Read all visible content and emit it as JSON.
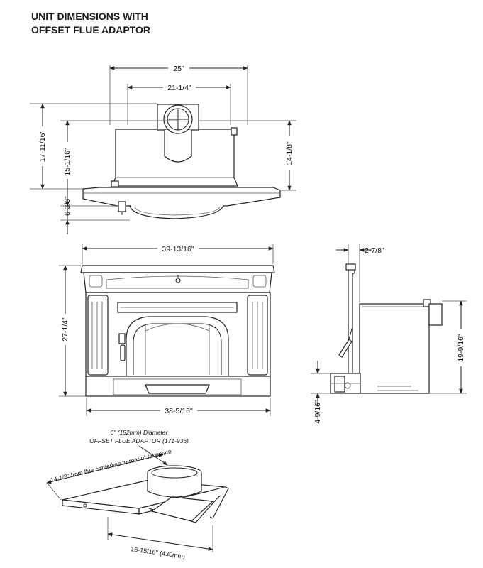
{
  "title": {
    "line1": "UNIT DIMENSIONS WITH",
    "line2": "OFFSET FLUE ADAPTOR"
  },
  "top_view": {
    "width_overall": "25\"",
    "width_inner": "21-1/4\"",
    "height_overall": "17-11/16\"",
    "height_inner": "15-1/16\"",
    "height_right": "14-1/8\"",
    "depth_lower": "6-3/8\""
  },
  "front_view": {
    "width_top": "39-13/16\"",
    "width_bottom": "38-5/16\"",
    "height": "27-1/4\""
  },
  "side_view": {
    "top_offset": "2-7/8\"",
    "height": "19-9/16\"",
    "bottom_offset": "4-9/16\""
  },
  "adaptor": {
    "caption_line1": "6\" (152mm) Diameter",
    "caption_line2": "OFFSET FLUE ADAPTOR (171-936)",
    "diag_label": "14-1/8\" from flue centerline to rear of faceplate",
    "bottom_label": "16-15/16\" (430mm)"
  }
}
